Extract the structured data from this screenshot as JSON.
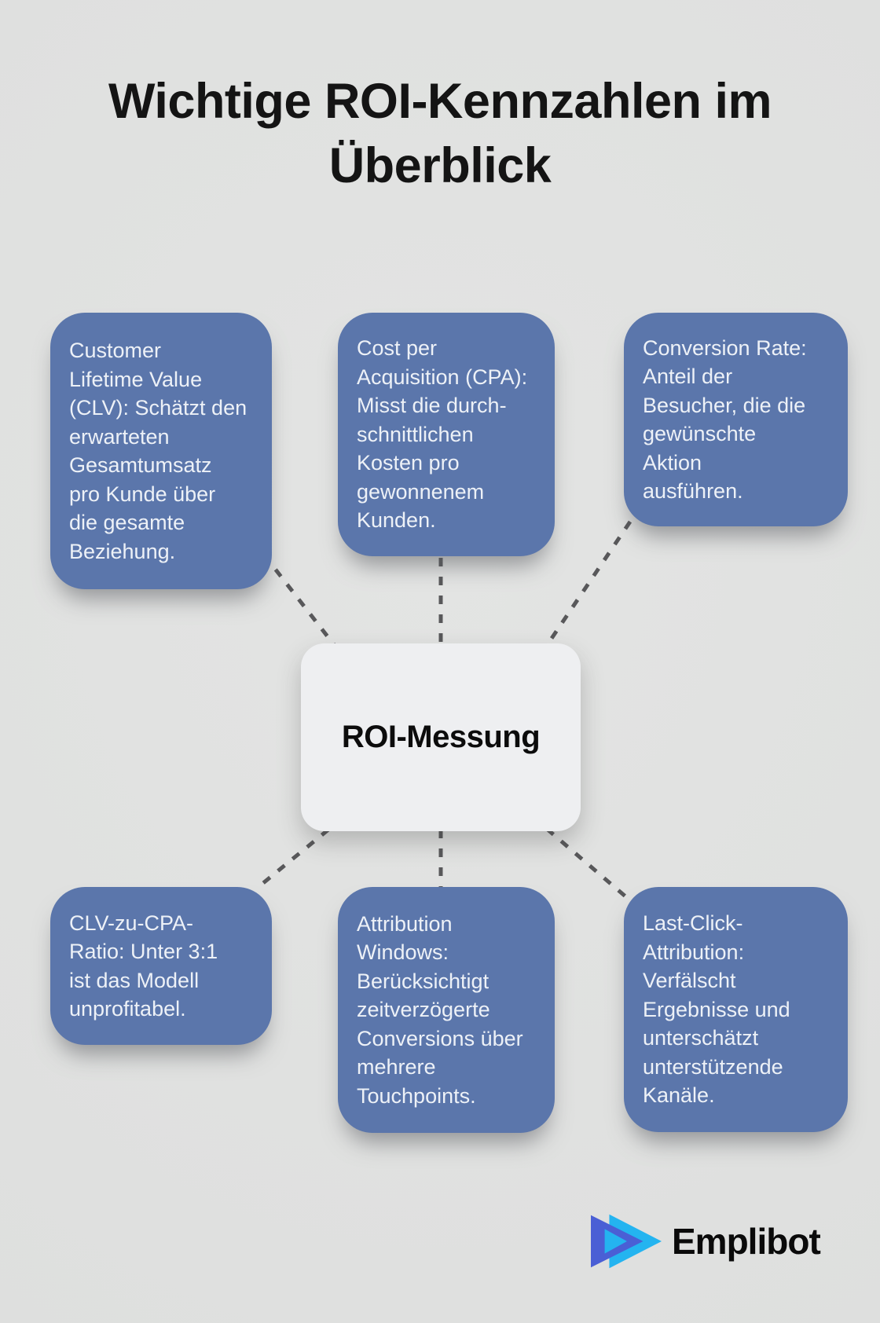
{
  "title": "Wichtige ROI-Kennzahlen im\nÜberblick",
  "center_node": {
    "label": "ROI-Messung"
  },
  "nodes": [
    {
      "id": "clv",
      "text": "Customer\nLifetime Value\n(CLV): Schätzt den\nerwarteten\nGesamtumsatz\npro Kunde über\ndie gesamte\nBeziehung."
    },
    {
      "id": "cpa",
      "text": "Cost per\nAcquisition (CPA):\nMisst die durch-\nschnittlichen\nKosten pro\ngewonnenem\nKunden."
    },
    {
      "id": "conversion",
      "text": "Conversion Rate:\nAnteil der\nBesucher, die die\ngewünschte\nAktion\nausführen."
    },
    {
      "id": "clv-cpa-ratio",
      "text": "CLV-zu-CPA-\nRatio: Unter 3:1\nist das Modell\nunprofitabel."
    },
    {
      "id": "attribution",
      "text": "Attribution\nWindows:\nBerücksichtigt\nzeitverzögerte\nConversions über\nmehrere\nTouchpoints."
    },
    {
      "id": "last-click",
      "text": "Last-Click-\nAttribution:\nVerfälscht\nErgebnisse und\nunterschätzt\nunterstützende\nKanäle."
    }
  ],
  "logo": {
    "brand": "Emplibot"
  },
  "colors": {
    "background": "#e0e1e0",
    "box_blue": "#5b76ab",
    "box_text": "#edf1f7",
    "center_node_bg": "#eeeff1",
    "dash_line": "#58585a",
    "title_text": "#141414",
    "logo_indigo": "#4a5fd5",
    "logo_cyan": "#24b4f0"
  }
}
